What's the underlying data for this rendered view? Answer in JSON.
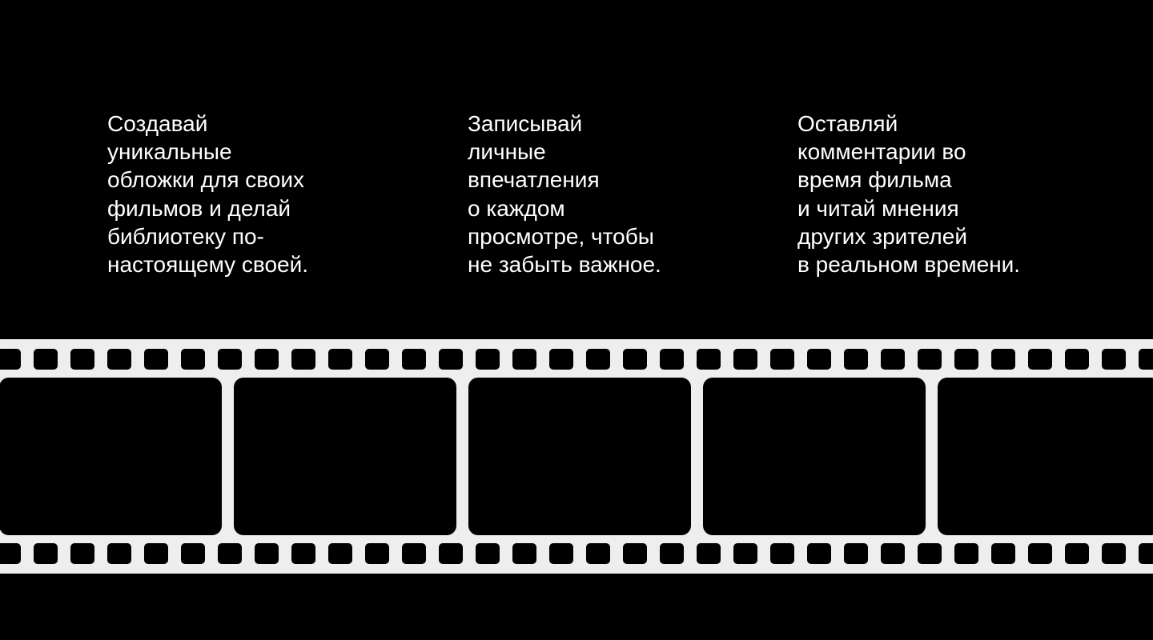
{
  "features": [
    {
      "text": "Создавай\nуникальные\nобложки для своих\nфильмов и делай\nбиблиотеку по-\nнастоящему своей."
    },
    {
      "text": "Записывай\nличные\nвпечатления\nо каждом\nпросмотре, чтобы\nне забыть важное."
    },
    {
      "text": "Оставляй\nкомментарии во\nвремя фильма\n и читай мнения\nдругих зрителей\nв реальном времени."
    }
  ],
  "colors": {
    "background": "#000000",
    "text": "#ffffff",
    "film": "#eeeeee",
    "cutout": "#000000"
  },
  "filmstrip": {
    "frame_count": 5,
    "holes_per_row": 32
  }
}
